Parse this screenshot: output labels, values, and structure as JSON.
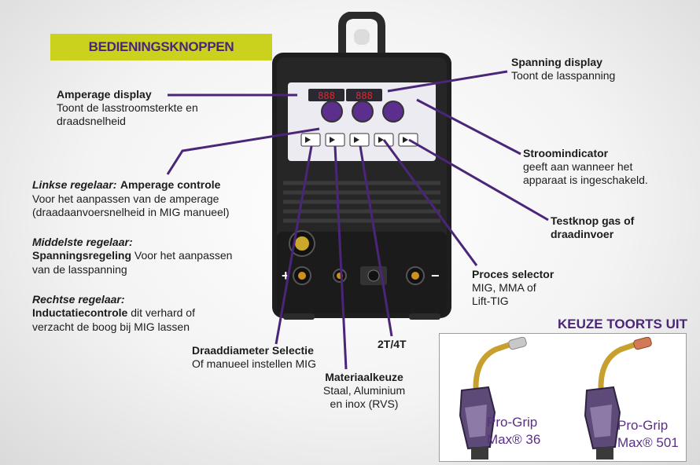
{
  "header_badge": "BEDIENINGSKNOPPEN",
  "callouts": {
    "amperage_display": {
      "title": "Amperage display",
      "desc1": "Toont de lasstroomsterkte en",
      "desc2": "draadsnelheid"
    },
    "spanning_display": {
      "title": "Spanning display",
      "desc": "Toont de lasspanning"
    },
    "stroomindicator": {
      "title": "Stroomindicator",
      "desc1": "geeft aan wanneer het",
      "desc2": "apparaat is ingeschakeld."
    },
    "testknop": {
      "line1": "Testknop gas of",
      "line2": "draadinvoer"
    },
    "proces": {
      "title": "Proces selector",
      "line1": "MIG, MMA of",
      "line2": "Lift-TIG"
    },
    "linkse": {
      "italic": "Linkse regelaar:",
      "bold": "Amperage controle",
      "line1": "Voor het aanpassen van de amperage",
      "line2": "(draadaanvoersnelheid in MIG manueel)"
    },
    "middelste": {
      "italic": "Middelste regelaar:",
      "bold": "Spanningsregeling",
      "rest": " Voor het aanpassen",
      "line2": "van de lasspanning"
    },
    "rechtse": {
      "italic": "Rechtse regelaar:",
      "bold": "Inductatiecontrole",
      "rest": " dit verhard of",
      "line2": "verzacht de boog bij MIG lassen"
    },
    "draaddiameter": {
      "title": "Draaddiameter Selectie",
      "desc": "Of manueel instellen MIG"
    },
    "materiaal": {
      "title": "Materiaalkeuze",
      "line1": "Staal, Aluminium",
      "line2": "en inox (RVS)"
    },
    "twot": "2T/4T"
  },
  "torch_section": {
    "title": "KEUZE TOORTS UIT",
    "torch1": {
      "line1": "Pro-Grip",
      "line2": "Max® 36"
    },
    "torch2": {
      "line1": "Pro-Grip",
      "line2": "Max® 501"
    }
  },
  "machine": {
    "display_left": "888",
    "display_right": "888",
    "terminal_plus": "+",
    "terminal_minus": "−"
  },
  "colors": {
    "accent_purple": "#4a2578",
    "badge_yellow": "#cbd21e",
    "machine_body": "#1e1e1e",
    "display_red": "#e0252f"
  }
}
